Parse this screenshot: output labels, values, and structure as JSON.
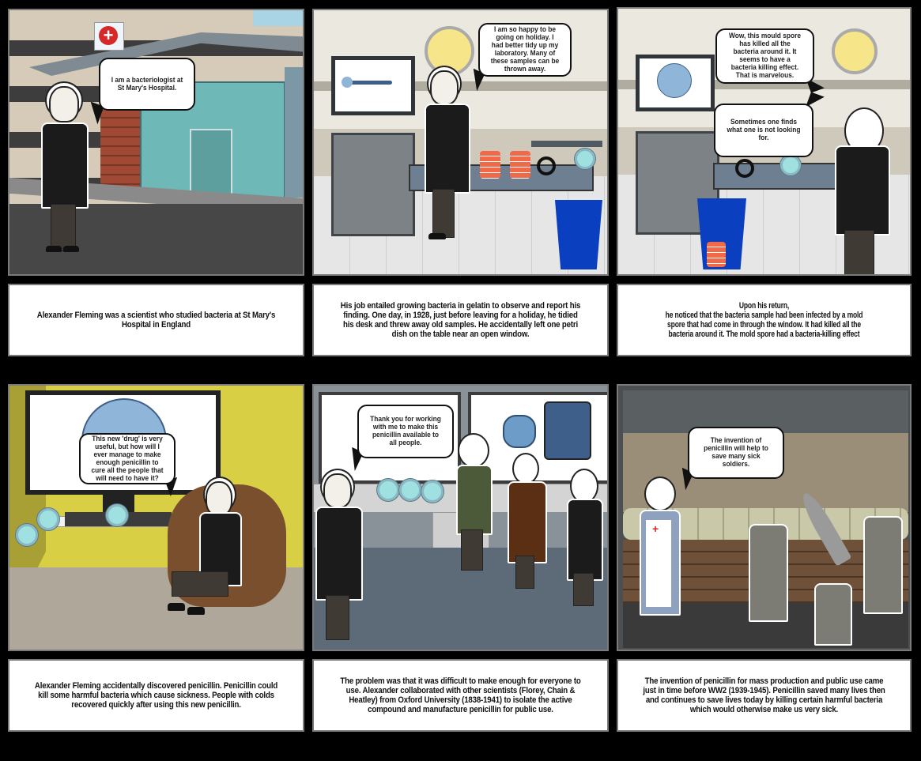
{
  "storyboard": {
    "panels": [
      {
        "scene": "hospital-exterior",
        "bubbles": [
          "I am a bacteriologist at St Mary's Hospital."
        ],
        "caption": "Alexander Fleming  was a scientist who studied bacteria at St Mary's Hospital in England"
      },
      {
        "scene": "laboratory-before-holiday",
        "bubbles": [
          "I am so happy to be going on holiday. I had better tidy up my laboratory. Many of these samples can be thrown away."
        ],
        "caption": "His job entailed growing bacteria in gelatin to observe and report his finding.  One day, in 1928, just before leaving for a holiday, he tidied his desk and threw away old samples. He accidentally left one petri dish on the table near an open window."
      },
      {
        "scene": "laboratory-after-return",
        "bubbles": [
          "Wow, this mould spore has killed all the bacteria around it. It seems to have a bacteria killing effect. That is marvelous.",
          "Sometimes one finds what one is not looking for."
        ],
        "caption_lines": [
          "Upon his return,",
          "he noticed that the bacteria sample had been infected by a mold spore that had come in through the window. It had killed all the bacteria around it. The mold spore had a bacteria-killing effect"
        ]
      },
      {
        "scene": "office-with-monitor",
        "bubbles": [
          "This new 'drug' is very useful, but how will I ever manage to make enough penicillin  to cure all the people that will need to have it?"
        ],
        "caption": "Alexander Fleming accidentally discovered penicillin. Penicillin could kill some harmful bacteria which cause sickness. People with colds recovered quickly after using this new penicillin."
      },
      {
        "scene": "lab-with-scientists",
        "bubbles": [
          "Thank you for working with me to make this penicillin available to all people."
        ],
        "caption": "The problem was that it was difficult to make enough for everyone to use. Alexander collaborated with other scientists  (Florey, Chain & Heatley) from Oxford University  (1838-1941) to isolate the active compound and manufacture penicillin for public use."
      },
      {
        "scene": "ww2-trenches",
        "bubbles": [
          "The invention of penicillin will help to save many sick soldiers."
        ],
        "caption": "The invention of penicillin for mass production and public use came just in time before WW2 (1939-1945). Penicillin saved many lives then and continues to save lives today by killing certain harmful bacteria which would otherwise make us very sick."
      }
    ]
  },
  "colors": {
    "background": "#000000",
    "panel_border": "#7a7a7a",
    "petri_dish_orange": "#f06a4a",
    "trash_can_blue": "#0a3fbf",
    "office_wall_yellow": "#d9cf45",
    "hospital_sign_red": "#d62828"
  },
  "icons": [
    "red-cross-icon",
    "petri-dish-icon",
    "magnifying-glass-icon",
    "trash-can-icon",
    "surgical-lamp-icon",
    "cell-diagram-icon",
    "neuron-diagram-icon"
  ]
}
